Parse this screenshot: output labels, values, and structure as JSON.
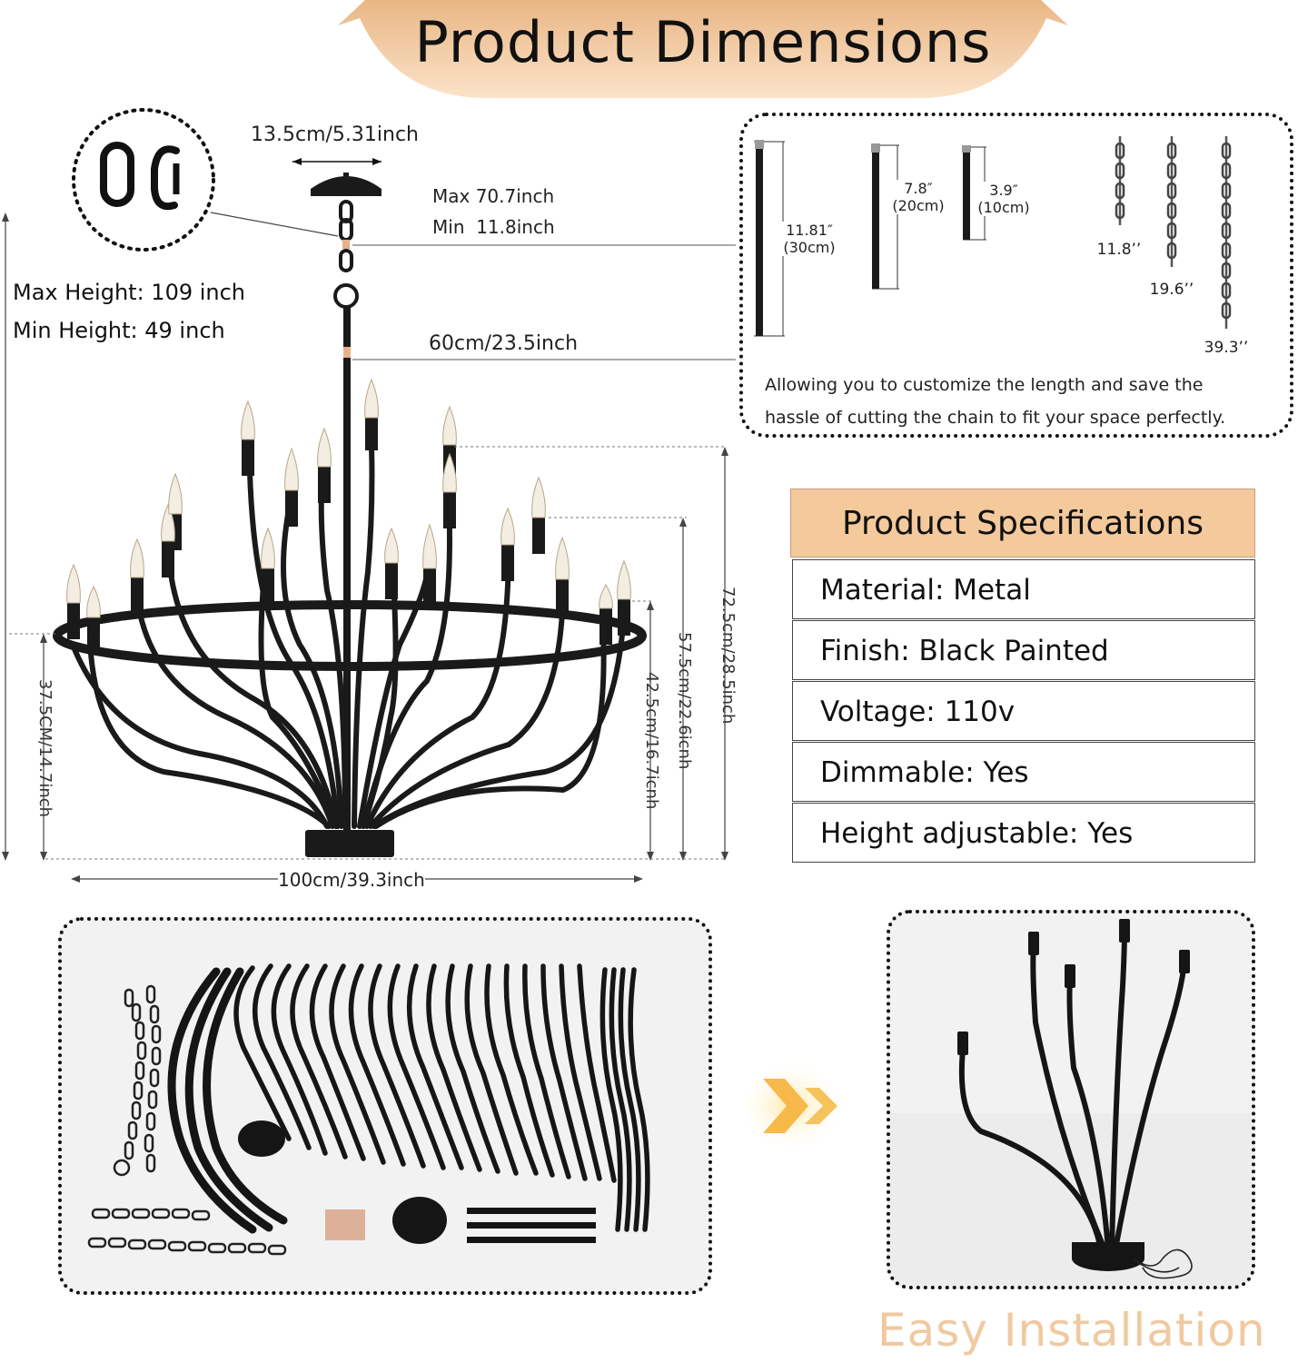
{
  "banner": {
    "title": "Product Dimensions"
  },
  "dimensions": {
    "canopy_width": "13.5cm/5.31inch",
    "chain_max": "Max 70.7inch",
    "chain_min": "Min  11.8inch",
    "downrod_width": "60cm/23.5inch",
    "max_height": "Max Height: 109 inch",
    "min_height": "Min Height: 49 inch",
    "total_width": "100cm/39.3inch",
    "height_72": "72.5cm/28.5inch",
    "height_57": "57.5cm/22.6icnh",
    "height_42": "42.5cm/16.7icnh",
    "height_37": "37.5CM/14.7inch"
  },
  "options": {
    "rods": [
      {
        "inch": "11.81″",
        "cm": "(30cm)"
      },
      {
        "inch": "7.8″",
        "cm": "(20cm)"
      },
      {
        "inch": "3.9″",
        "cm": "(10cm)"
      }
    ],
    "chains": [
      "11.8’’",
      "19.6’’",
      "39.3’’"
    ],
    "note_line1": "Allowing you to customize the length and save the",
    "note_line2": "hassle of cutting the chain to fit your space perfectly."
  },
  "specs": {
    "title": "Product Specifications",
    "rows": [
      "Material: Metal",
      "Finish: Black Painted",
      "Voltage: 110v",
      "Dimmable: Yes",
      "Height adjustable: Yes"
    ]
  },
  "installation": {
    "title": "Easy Installation"
  },
  "colors": {
    "accent": "#f4c99b",
    "metal": "#1a1a1a",
    "caption": "#f0c9a0"
  }
}
